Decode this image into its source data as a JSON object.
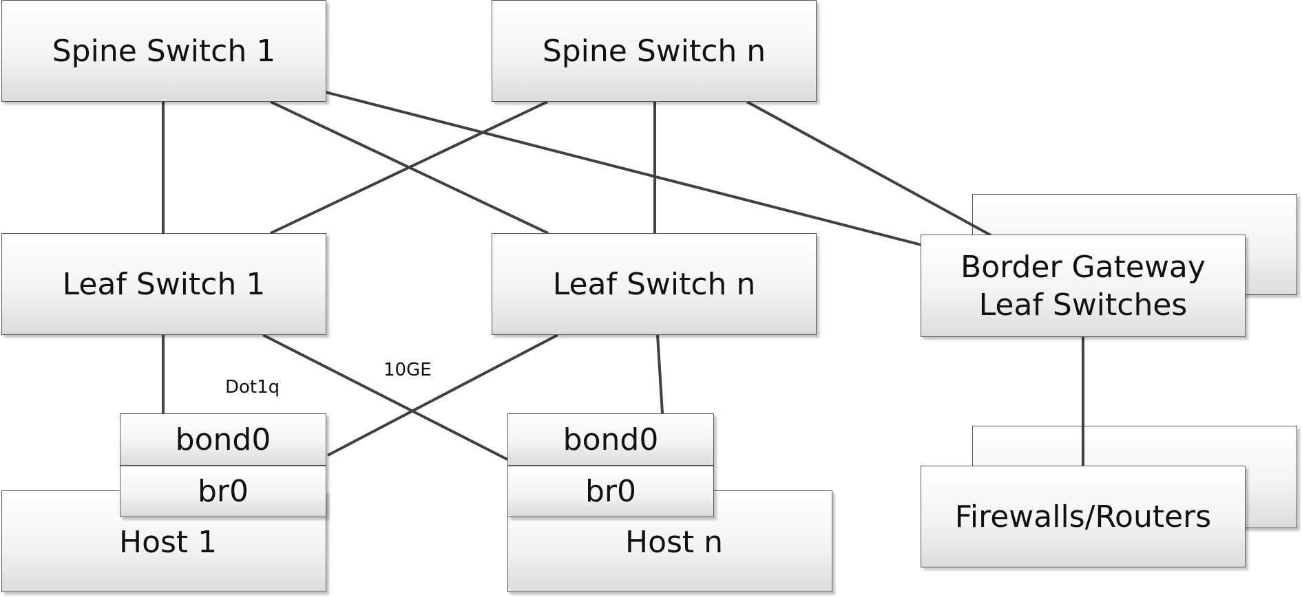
{
  "nodes": {
    "spine_1": "Spine Switch 1",
    "spine_n": "Spine Switch n",
    "leaf_1": "Leaf Switch 1",
    "leaf_n": "Leaf Switch n",
    "border_gateway": "Border Gateway Leaf Switches",
    "firewalls_routers": "Firewalls/Routers",
    "host_1": {
      "label": "Host 1",
      "bond": "bond0",
      "bridge": "br0"
    },
    "host_n": {
      "label": "Host n",
      "bond": "bond0",
      "bridge": "br0"
    }
  },
  "edge_labels": {
    "dot1q": "Dot1q",
    "speed": "10GE"
  },
  "colors": {
    "line": "#404040",
    "box_border": "#595959",
    "box_fill_top": "#ffffff",
    "box_fill_bottom": "#dcdcdc"
  }
}
